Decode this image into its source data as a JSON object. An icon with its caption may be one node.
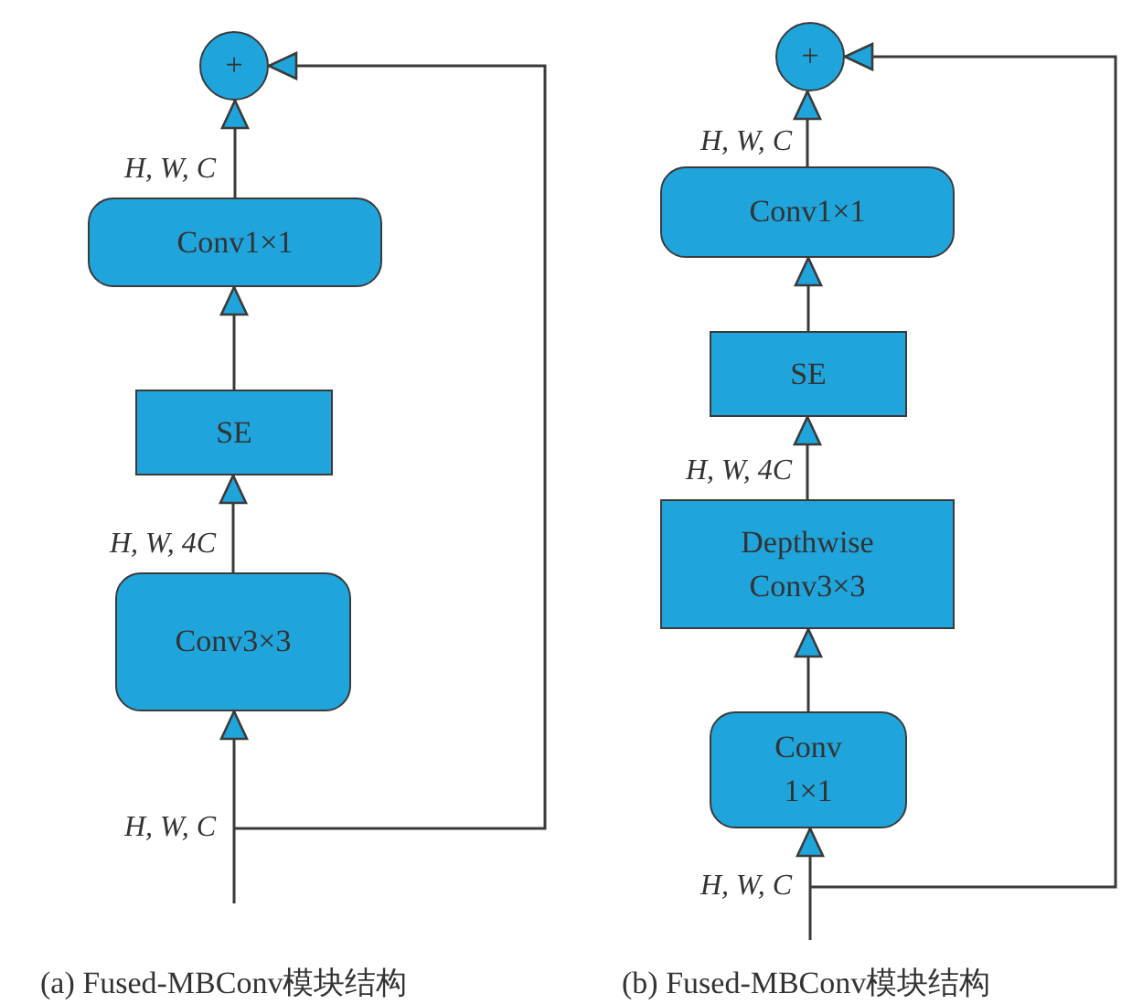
{
  "diagram": {
    "nodes": [
      {
        "text": [
          "+"
        ]
      },
      {
        "text": [
          "Conv1×1"
        ]
      },
      {
        "text": [
          "SE"
        ]
      },
      {
        "text": [
          "Conv3×3"
        ]
      },
      {
        "text": [
          "+"
        ]
      },
      {
        "text": [
          "Conv1×1"
        ]
      },
      {
        "text": [
          "SE"
        ]
      },
      {
        "text": [
          "Depthwise Conv3×3"
        ]
      },
      {
        "text": [
          "Conv 1×1"
        ]
      }
    ],
    "edges": [
      {
        "from": null,
        "to": 3,
        "arrow": "to",
        "label": "H, W, C"
      },
      {
        "from": null,
        "to": 0,
        "arrow": "to"
      },
      {
        "from": 3,
        "to": 2,
        "arrow": "to",
        "label": "H, W, 4C"
      },
      {
        "from": 2,
        "to": 1,
        "arrow": "to"
      },
      {
        "from": 1,
        "to": 0,
        "arrow": "to",
        "label": "H, W, C"
      },
      {
        "from": null,
        "to": 8,
        "arrow": "to",
        "label": "H, W, C"
      },
      {
        "from": null,
        "to": 4,
        "arrow": "to"
      },
      {
        "from": 8,
        "to": 7,
        "arrow": "to"
      },
      {
        "from": 7,
        "to": 6,
        "arrow": "to",
        "label": "H, W, 4C"
      },
      {
        "from": 6,
        "to": 5,
        "arrow": "to"
      },
      {
        "from": 5,
        "to": 4,
        "arrow": "to",
        "label": "H, W, C"
      }
    ],
    "labels": [
      "(a) Fused-MBConv模块结构",
      "(b) Fused-MBConv模块结构"
    ]
  }
}
